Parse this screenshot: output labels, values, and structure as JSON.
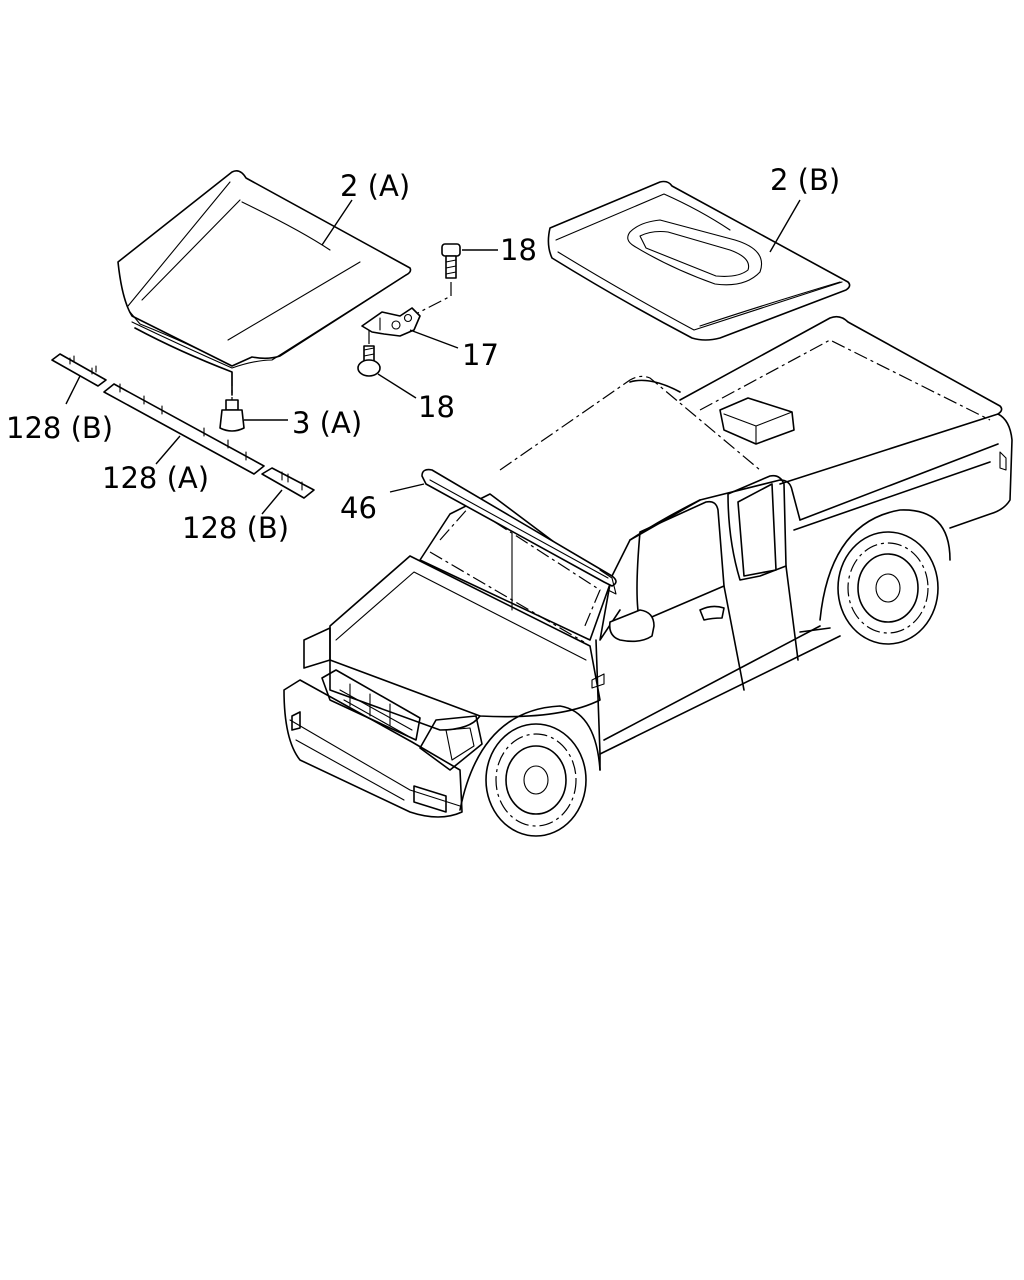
{
  "callouts": {
    "hood_a": "2 (A)",
    "hood_b": "2 (B)",
    "bolt_top": "18",
    "hinge": "17",
    "bolt_bottom": "18",
    "bumper_a": "3 (A)",
    "seal_b_left": "128 (B)",
    "seal_a": "128 (A)",
    "seal_b_right": "128 (B)",
    "cowl": "46"
  }
}
